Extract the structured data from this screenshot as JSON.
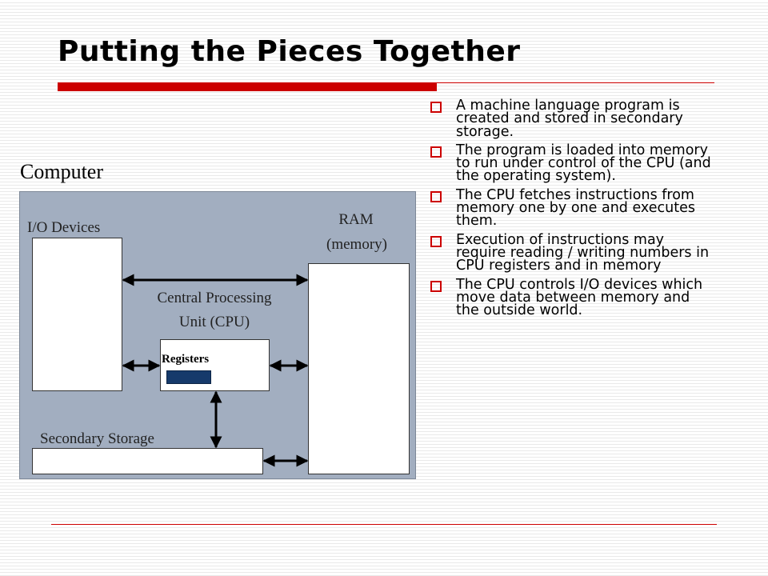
{
  "slide": {
    "title": "Putting the Pieces Together",
    "accent_color": "#cc0000"
  },
  "diagram": {
    "computer_label": "Computer",
    "io_label": "I/O Devices",
    "ram_label_line1": "RAM",
    "ram_label_line2": "(memory)",
    "cpu_label_line1": "Central Processing",
    "cpu_label_line2": "Unit (CPU)",
    "registers_label": "Registers",
    "storage_label": "Secondary Storage",
    "box_color": "#a2aec0",
    "register_color": "#163a6b"
  },
  "bullets": [
    "A machine language program is created and stored in secondary storage.",
    "The program is loaded into memory to run under control of the CPU (and the operating system).",
    "The CPU fetches instructions from memory one by one and executes them.",
    "Execution of instructions may require reading / writing numbers in CPU registers and in memory",
    "The CPU controls I/O devices which move data between memory and the outside world."
  ]
}
